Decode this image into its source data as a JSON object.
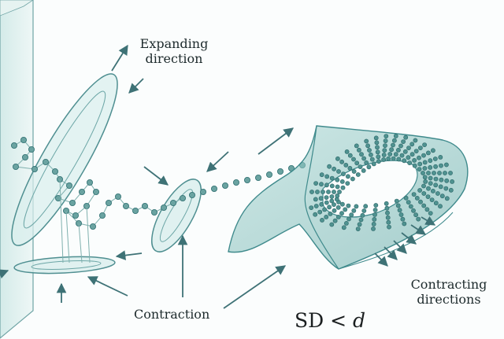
{
  "labels": {
    "expanding": "Expanding direction",
    "contraction": "Contraction",
    "contracting": "Contracting directions"
  },
  "formula": {
    "lhs": "SD",
    "op": "<",
    "rhs": "d"
  },
  "colors": {
    "teal": "#3f8a8c",
    "teal_fill": "#cfe9e7",
    "dot": "#5e9c9a",
    "arrow": "#3e7276",
    "text": "#1d2a2c"
  }
}
